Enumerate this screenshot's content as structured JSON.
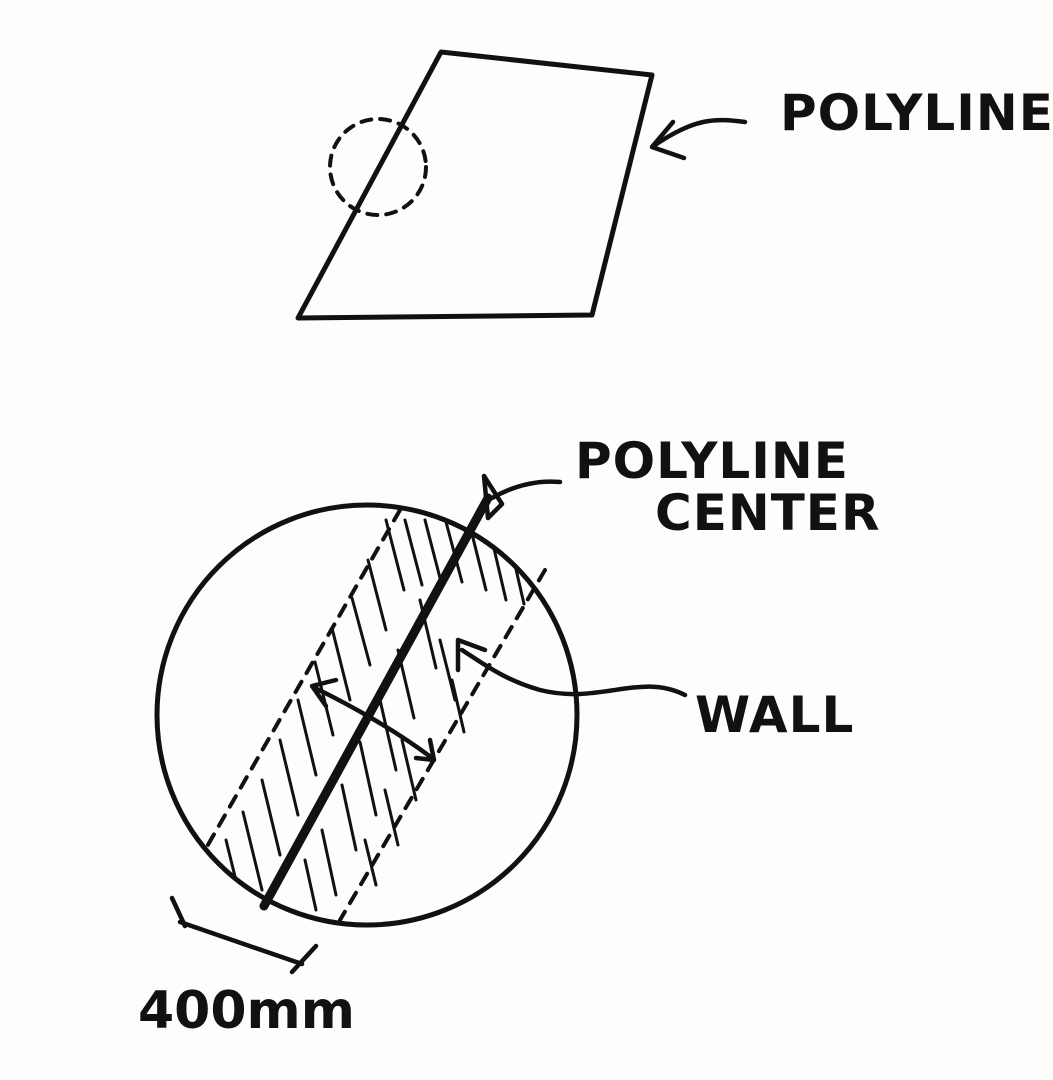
{
  "labels": {
    "polyline": "POLYLINE",
    "polyline_center_line1": "POLYLINE",
    "polyline_center_line2": "CENTER",
    "wall": "WALL",
    "dimension": "400mm"
  },
  "colors": {
    "ink": "#111111",
    "paper": "#fdfdfb"
  }
}
